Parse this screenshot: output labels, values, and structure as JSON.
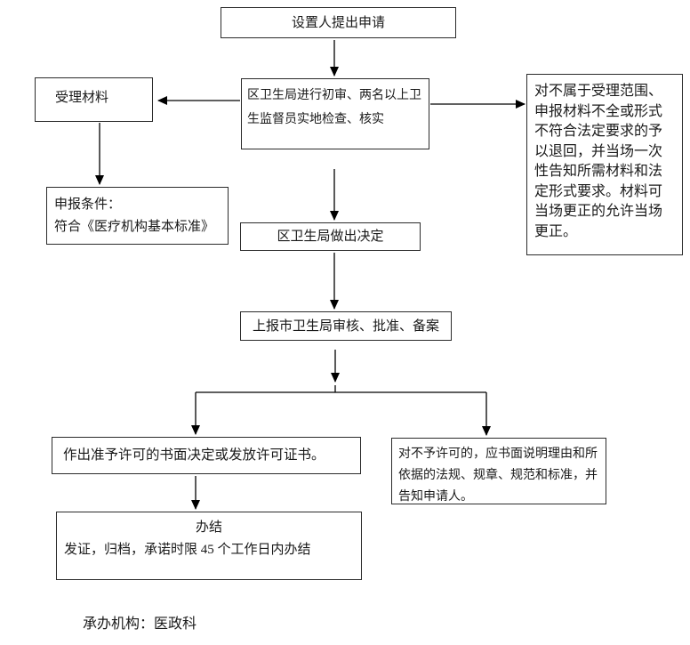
{
  "diagram": {
    "title_hint": "医疗机构设置审批流程图",
    "nodes": {
      "applicant": "设置人提出申请",
      "accept_materials": "受理材料",
      "initial_review": "区卫生局进行初审、两名以上卫生监督员实地检查、核实",
      "rejection_notice": "对不属于受理范围、申报材料不全或形式不符合法定要求的予以退回，并当场一次性告知所需材料和法定形式要求。材料可当场更正的允许当场更正。",
      "conditions_line1": "申报条件：",
      "conditions_line2": "符合《医疗机构基本标准》",
      "district_decision": "区卫生局做出决定",
      "report_city": "上报市卫生局审核、批准、备案",
      "grant_decision": "作出准予许可的书面决定或发放许可证书。",
      "denial_notice": "对不予许可的，应书面说明理由和所依据的法规、规章、规范和标准，并告知申请人。",
      "completion_title": "办结",
      "completion_detail": "发证，归档，承诺时限 45 个工作日内办结"
    },
    "footer": "承办机构：医政科",
    "colors": {
      "line": "#000000",
      "border": "#2b2b2b",
      "background": "#ffffff",
      "text": "#1a1a1a"
    }
  }
}
